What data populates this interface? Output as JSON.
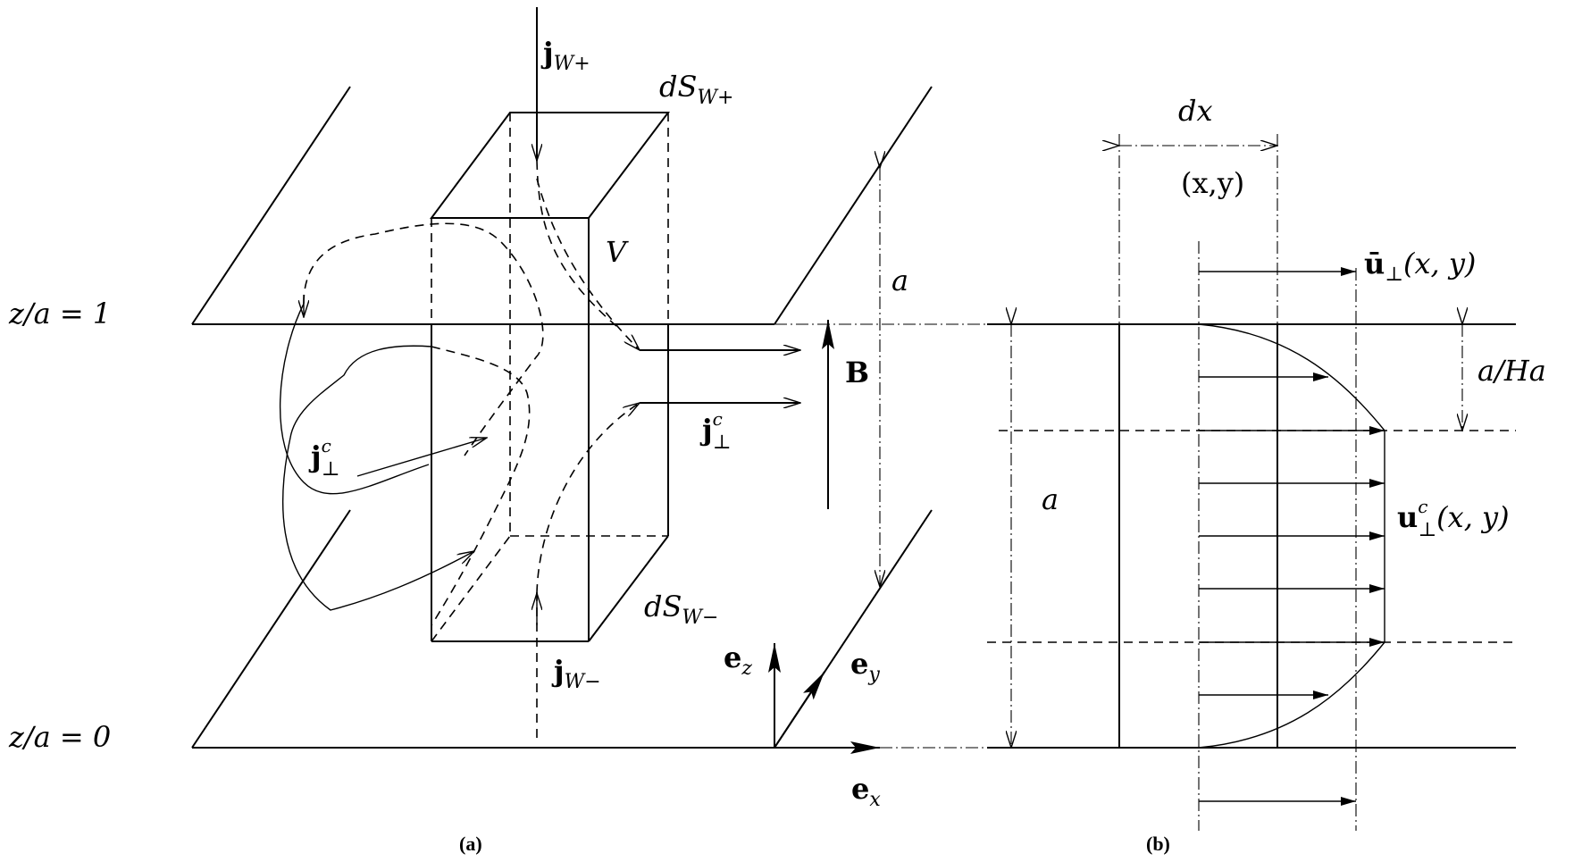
{
  "panel_a": {
    "caption": "(a)",
    "z_top": "z/a = 1",
    "z_bottom": "z/a = 0",
    "j_w_plus_main": "j",
    "j_w_plus_sub": "W+",
    "ds_w_plus_main": "dS",
    "ds_w_plus_sub": "W+",
    "volume": "V",
    "height": "a",
    "field": "B",
    "j_perp_main": "j",
    "j_perp_sup": "c",
    "j_perp_sub": "⊥",
    "ds_w_minus_main": "dS",
    "ds_w_minus_sub": "W−",
    "j_w_minus_main": "j",
    "j_w_minus_sub": "W−",
    "ez_main": "e",
    "ez_sub": "z",
    "ey_main": "e",
    "ey_sub": "y",
    "ex_main": "e",
    "ex_sub": "x"
  },
  "panel_b": {
    "caption": "(b)",
    "dx": "dx",
    "point": "(x,y)",
    "ubar_main": "ū",
    "ubar_sub": "⊥",
    "ubar_args": "(x, y)",
    "hartmann": "a/Ha",
    "height": "a",
    "uc_main": "u",
    "uc_sup": "c",
    "uc_sub": "⊥",
    "uc_args": "(x, y)"
  }
}
